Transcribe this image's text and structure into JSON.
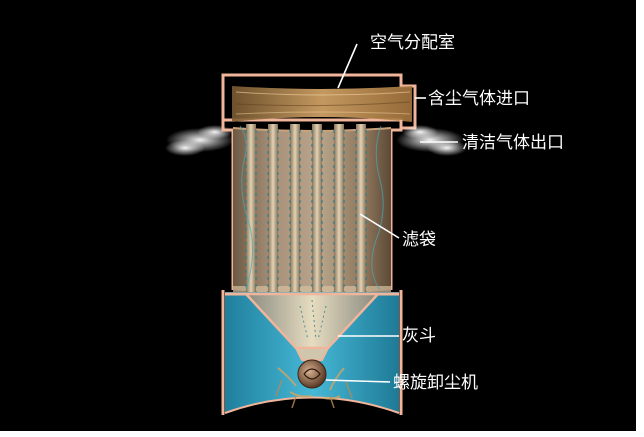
{
  "labels": {
    "air_distribution_chamber": "空气分配室",
    "dusty_gas_inlet": "含尘气体进口",
    "clean_gas_outlet": "清洁气体出口",
    "filter_bag": "滤袋",
    "ash_hopper": "灰斗",
    "screw_conveyor": "螺旋卸尘机"
  },
  "colors": {
    "background": "#000000",
    "frame": "#f0b59a",
    "bag_housing": "#9a8468",
    "hopper_shell": "#3aa9c6",
    "dust": "#c9a46a",
    "leader_line": "#ffffff",
    "label_text": "#ffffff"
  }
}
